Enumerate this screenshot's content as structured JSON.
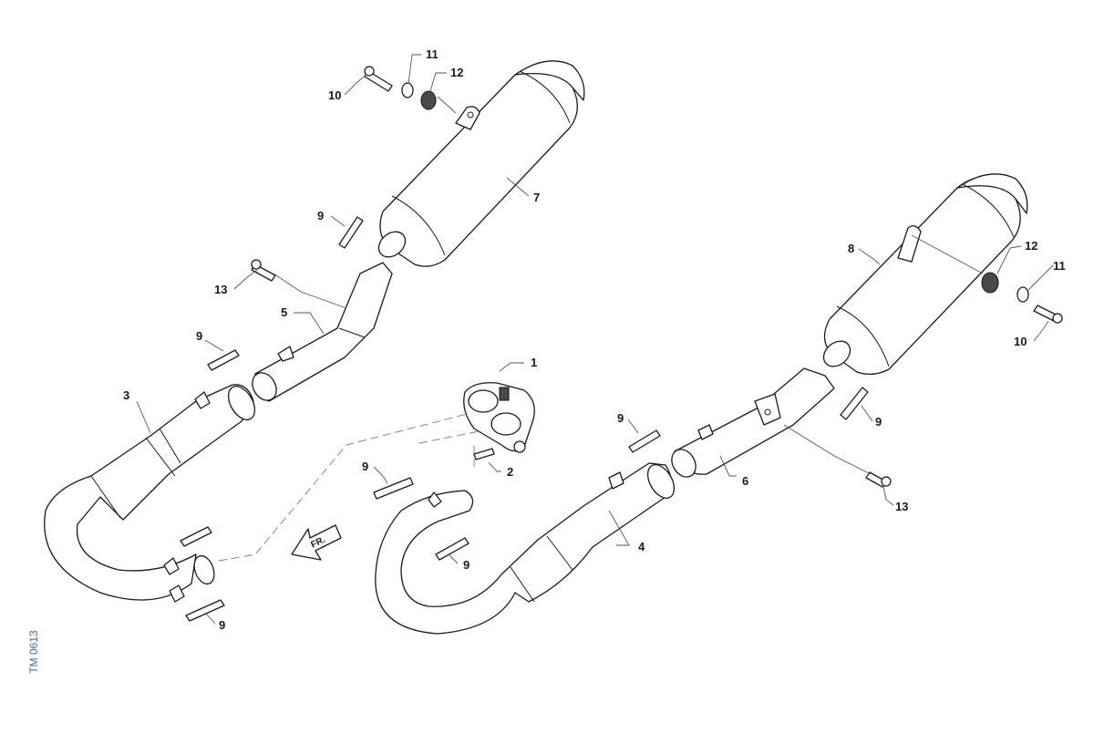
{
  "reference_code": "TM 0613",
  "direction_arrow": {
    "label": "FR."
  },
  "callouts": {
    "c1": "1",
    "c2": "2",
    "c3": "3",
    "c4": "4",
    "c5": "5",
    "c6": "6",
    "c7": "7",
    "c8": "8",
    "c9a": "9",
    "c9b": "9",
    "c9c": "9",
    "c9d": "9",
    "c9e": "9",
    "c9f": "9",
    "c9g": "9",
    "c10a": "10",
    "c10b": "10",
    "c11a": "11",
    "c11b": "11",
    "c12a": "12",
    "c12b": "12",
    "c13a": "13",
    "c13b": "13"
  },
  "colors": {
    "line": "#1a1a1a",
    "leader": "#555555",
    "reference_code": "#3d6e9e"
  }
}
